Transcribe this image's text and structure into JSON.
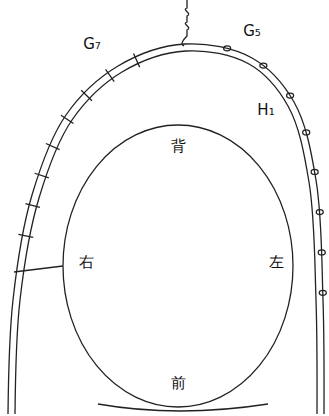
{
  "diagram": {
    "labels": [
      "G₇",
      "G₅",
      "H₁",
      "背",
      "右",
      "左",
      "前"
    ]
  }
}
